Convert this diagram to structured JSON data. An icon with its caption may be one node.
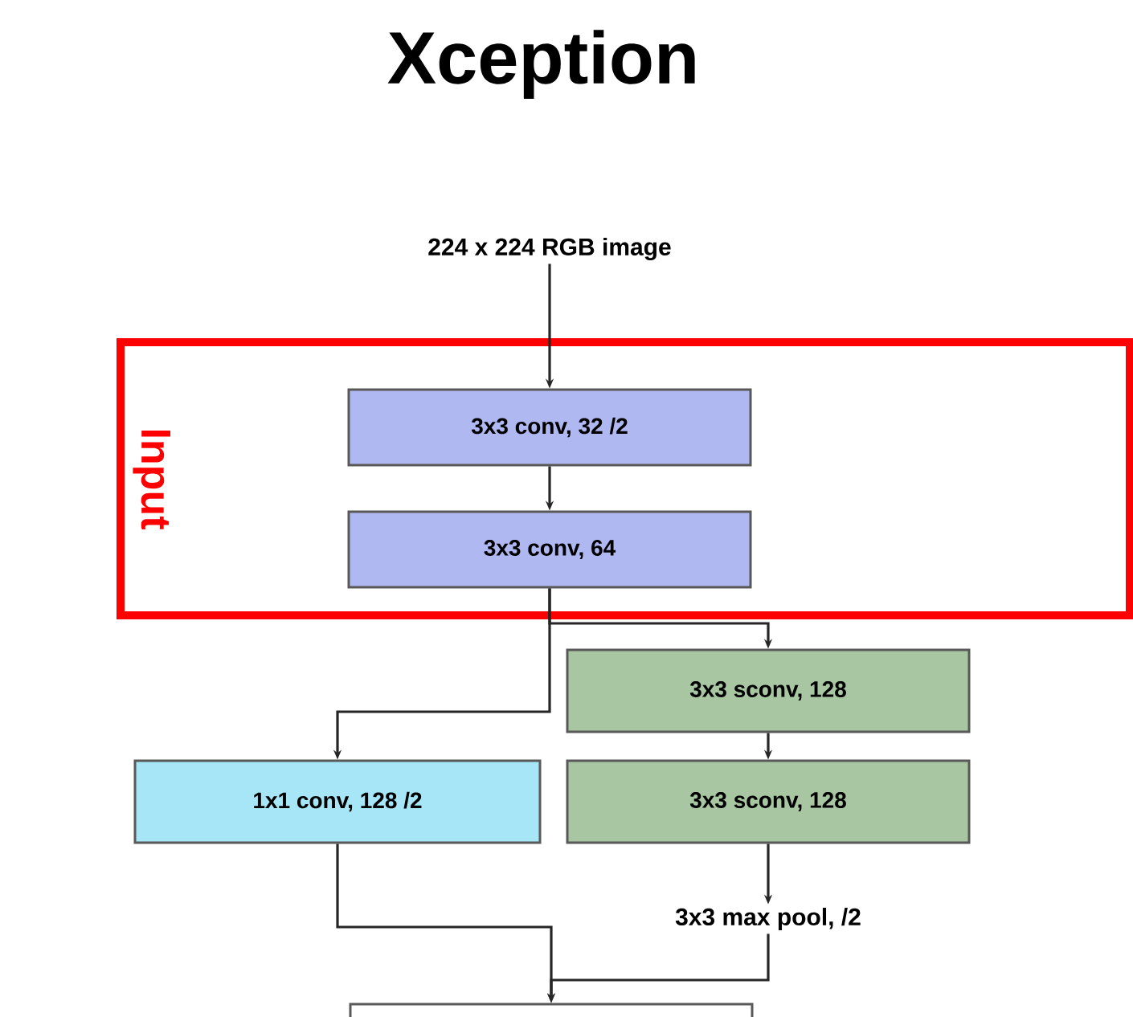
{
  "diagram": {
    "title": "Xception",
    "nodes": [
      {
        "text": [
          "224 x 224 RGB image"
        ]
      },
      {
        "text": [
          "Input"
        ]
      },
      {
        "text": [
          "3x3 conv, 32 /2"
        ],
        "in": 1
      },
      {
        "text": [
          "3x3 conv, 64"
        ],
        "in": 1
      },
      {
        "text": [
          "3x3 sconv, 128"
        ]
      },
      {
        "text": [
          "3x3 sconv, 128"
        ]
      },
      {
        "text": [
          "1x1 conv, 128 /2"
        ]
      },
      {
        "text": [
          "3x3 max pool, /2"
        ]
      },
      {
        "text": [],
        "shape": "box"
      }
    ],
    "edges": [
      {
        "from": 0,
        "to": 2,
        "arrow": "to"
      },
      {
        "from": 2,
        "to": 3,
        "arrow": "to"
      },
      {
        "from": 3,
        "to": 4,
        "arrow": "to"
      },
      {
        "from": 3,
        "to": 6,
        "arrow": "to"
      },
      {
        "from": 4,
        "to": 5,
        "arrow": "to"
      },
      {
        "from": 5,
        "to": 7,
        "arrow": "to"
      },
      {
        "from": 6,
        "to": 8,
        "arrow": "to"
      },
      {
        "from": 7,
        "to": 8,
        "arrow": "to"
      }
    ]
  }
}
